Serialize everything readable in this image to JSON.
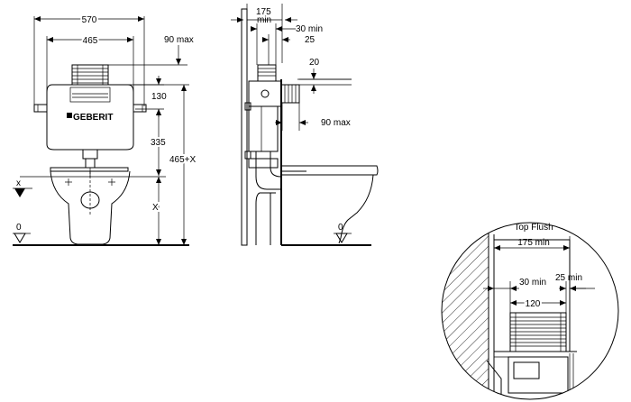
{
  "front_view": {
    "width_outer": "570",
    "width_inner": "465",
    "flush_depth": "90 max",
    "top_height": "130",
    "mid_height": "335",
    "total_height": "465+X",
    "x_label": "X",
    "level_x": "x",
    "level_zero": "0",
    "brand": "GEBERIT"
  },
  "side_view": {
    "wall_clearance": "175\nmin",
    "gap_min": "30 min",
    "offset": "25",
    "top_offset": "20",
    "depth": "90 max",
    "level_zero": "0"
  },
  "detail": {
    "title": "Top Flush",
    "width_min": "175 min",
    "gap_min": "30 min",
    "offset_min": "25 min",
    "button_width": "120"
  }
}
